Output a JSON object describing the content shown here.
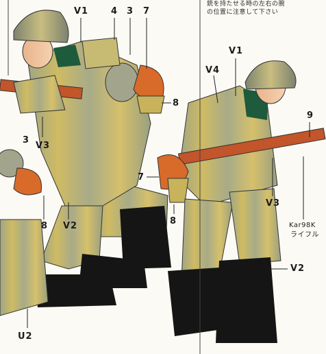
{
  "note": {
    "line1": "銃を持たせる時の左右の腕",
    "line2": "の位置に注意して下さい"
  },
  "callouts": {
    "left": {
      "v1": "V1",
      "n4": "4",
      "n3": "3",
      "n7": "7",
      "n8": "8",
      "v3": "V3",
      "v2": "V2",
      "u3": "3",
      "u8": "8",
      "u2": "U2"
    },
    "right": {
      "v1": "V1",
      "v4": "V4",
      "n9": "9",
      "n7": "7",
      "n8": "8",
      "v3": "V3",
      "rifle_model": "Kar98K",
      "rifle_word": "ライフル",
      "v2": "V2"
    }
  },
  "colors": {
    "uniform_gray": "#a8ab84",
    "uniform_yellow": "#c9b35a",
    "helmet": "#8e927a",
    "boots": "#151515",
    "rifle_wood": "#c2552a",
    "pouch_orange": "#d86a2a",
    "collar_green": "#1e5a3c",
    "gear_dark": "#3d3d38"
  }
}
